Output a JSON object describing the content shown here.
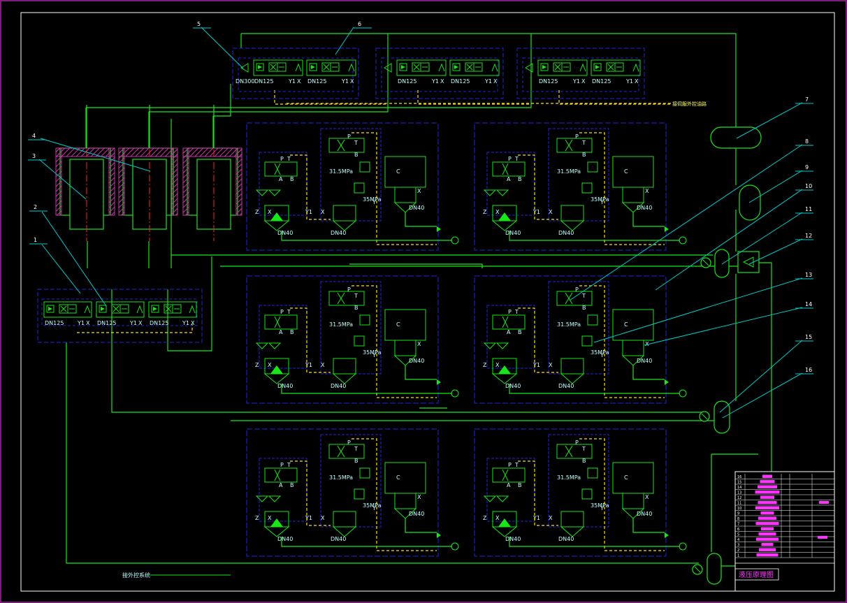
{
  "callouts": [
    "1",
    "2",
    "3",
    "4",
    "5",
    "6",
    "7",
    "8",
    "9",
    "10",
    "11",
    "12",
    "13",
    "14",
    "15",
    "16"
  ],
  "labels": {
    "dn300": "DN300",
    "dn125": "DN125",
    "dn40": "DN40",
    "p315": "31.5MPa",
    "p35": "35MPa",
    "port_z": "Z",
    "port_x": "X",
    "port_y": "Y",
    "port_y1": "Y1",
    "port_a": "A",
    "port_b": "B",
    "port_p": "P",
    "port_t": "T",
    "port_c": "C"
  },
  "notes": {
    "top_right": "接伺服外控油路",
    "bottom_left": "接外控系统"
  },
  "title_block": {
    "title": "液压原理图",
    "row_numbers": [
      "16",
      "15",
      "14",
      "13",
      "12",
      "11",
      "10",
      "9",
      "8",
      "7",
      "6",
      "5",
      "4",
      "3",
      "2",
      "1"
    ]
  },
  "colors": {
    "line": "#19e619",
    "box": "#2222dd",
    "pilot": "#ffdd22",
    "leader": "#00cccc",
    "hatch": "#cc33aa",
    "axis": "#ff2222",
    "title": "#ff33ff"
  }
}
